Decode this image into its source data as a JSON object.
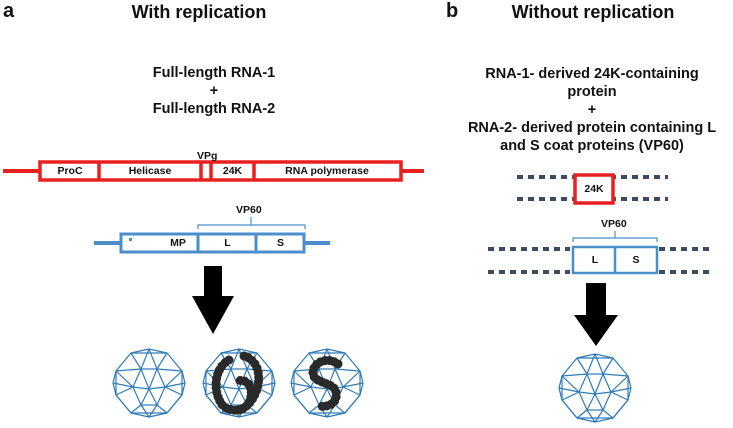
{
  "panel_a": {
    "letter": "a",
    "title": "With replication",
    "line1": "Full-length RNA-1",
    "plus": "+",
    "line2": "Full-length RNA-2",
    "rna1_segments": [
      "ProC",
      "Helicase",
      "24K",
      "RNA polymerase"
    ],
    "vpg_label": "VPg",
    "vp60_label": "VP60",
    "rna2_segments": [
      "MP",
      "L",
      "S"
    ]
  },
  "panel_b": {
    "letter": "b",
    "title": "Without replication",
    "line1": "RNA-1- derived 24K-containing",
    "line2": "protein",
    "plus": "+",
    "line3": "RNA-2- derived protein containing L",
    "line4": "and S coat proteins (VP60)",
    "protein_24k": "24K",
    "vp60_label": "VP60",
    "coat_segments": [
      "L",
      "S"
    ]
  },
  "colors": {
    "rna1": "#e8201f",
    "rna2": "#4a8fcc",
    "dashes": "#3c4a63",
    "capsid": "#2f7bb7",
    "arrow": "#000000",
    "genome": "#2a2a2a"
  }
}
